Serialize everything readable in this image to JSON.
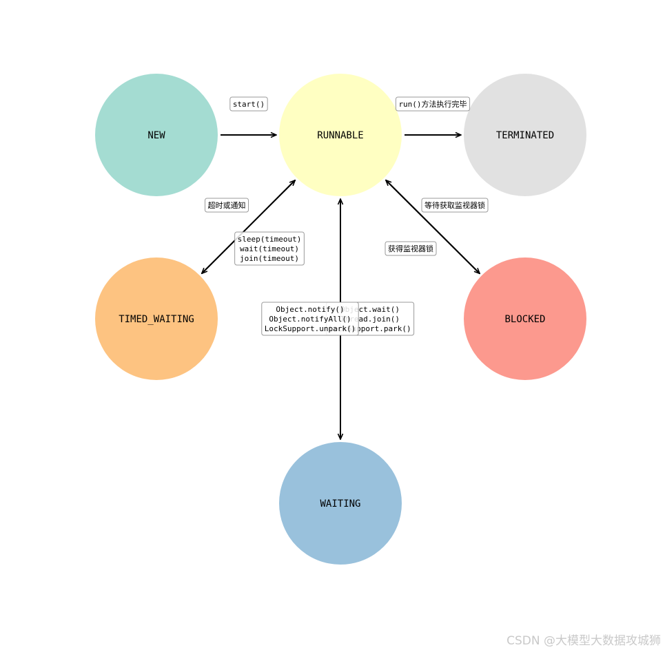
{
  "states": [
    {
      "id": "new",
      "label": "NEW",
      "color": "#8dd3c7"
    },
    {
      "id": "runnable",
      "label": "RUNNABLE",
      "color": "#ffffb3"
    },
    {
      "id": "terminated",
      "label": "TERMINATED",
      "color": "#d9d9d9"
    },
    {
      "id": "timed_waiting",
      "label": "TIMED_WAITING",
      "color": "#fdb462"
    },
    {
      "id": "blocked",
      "label": "BLOCKED",
      "color": "#fb8072"
    },
    {
      "id": "waiting",
      "label": "WAITING",
      "color": "#80b1d3"
    }
  ],
  "transitions": [
    {
      "id": "start",
      "from": "new",
      "to": "runnable",
      "label": [
        "start()"
      ]
    },
    {
      "id": "run-done",
      "from": "runnable",
      "to": "terminated",
      "label": [
        "run()方法执行完毕"
      ]
    },
    {
      "id": "to-timed-waiting",
      "from": "runnable",
      "to": "timed_waiting",
      "label": [
        "sleep(timeout)",
        "wait(timeout)",
        "join(timeout)"
      ]
    },
    {
      "id": "from-timed-waiting",
      "from": "timed_waiting",
      "to": "runnable",
      "label": [
        "超时或通知"
      ]
    },
    {
      "id": "to-blocked",
      "from": "runnable",
      "to": "blocked",
      "label": [
        "等待获取监视器锁"
      ]
    },
    {
      "id": "from-blocked",
      "from": "blocked",
      "to": "runnable",
      "label": [
        "获得监视器锁"
      ]
    },
    {
      "id": "to-waiting",
      "from": "runnable",
      "to": "waiting",
      "label": [
        "Object.wait()",
        "Thread.join()",
        "LockSupport.park()"
      ]
    },
    {
      "id": "from-waiting",
      "from": "waiting",
      "to": "runnable",
      "label": [
        "Object.notify()",
        "Object.notifyAll()",
        "LockSupport.unpark()"
      ]
    }
  ],
  "watermark": "CSDN @大模型大数据攻城狮"
}
